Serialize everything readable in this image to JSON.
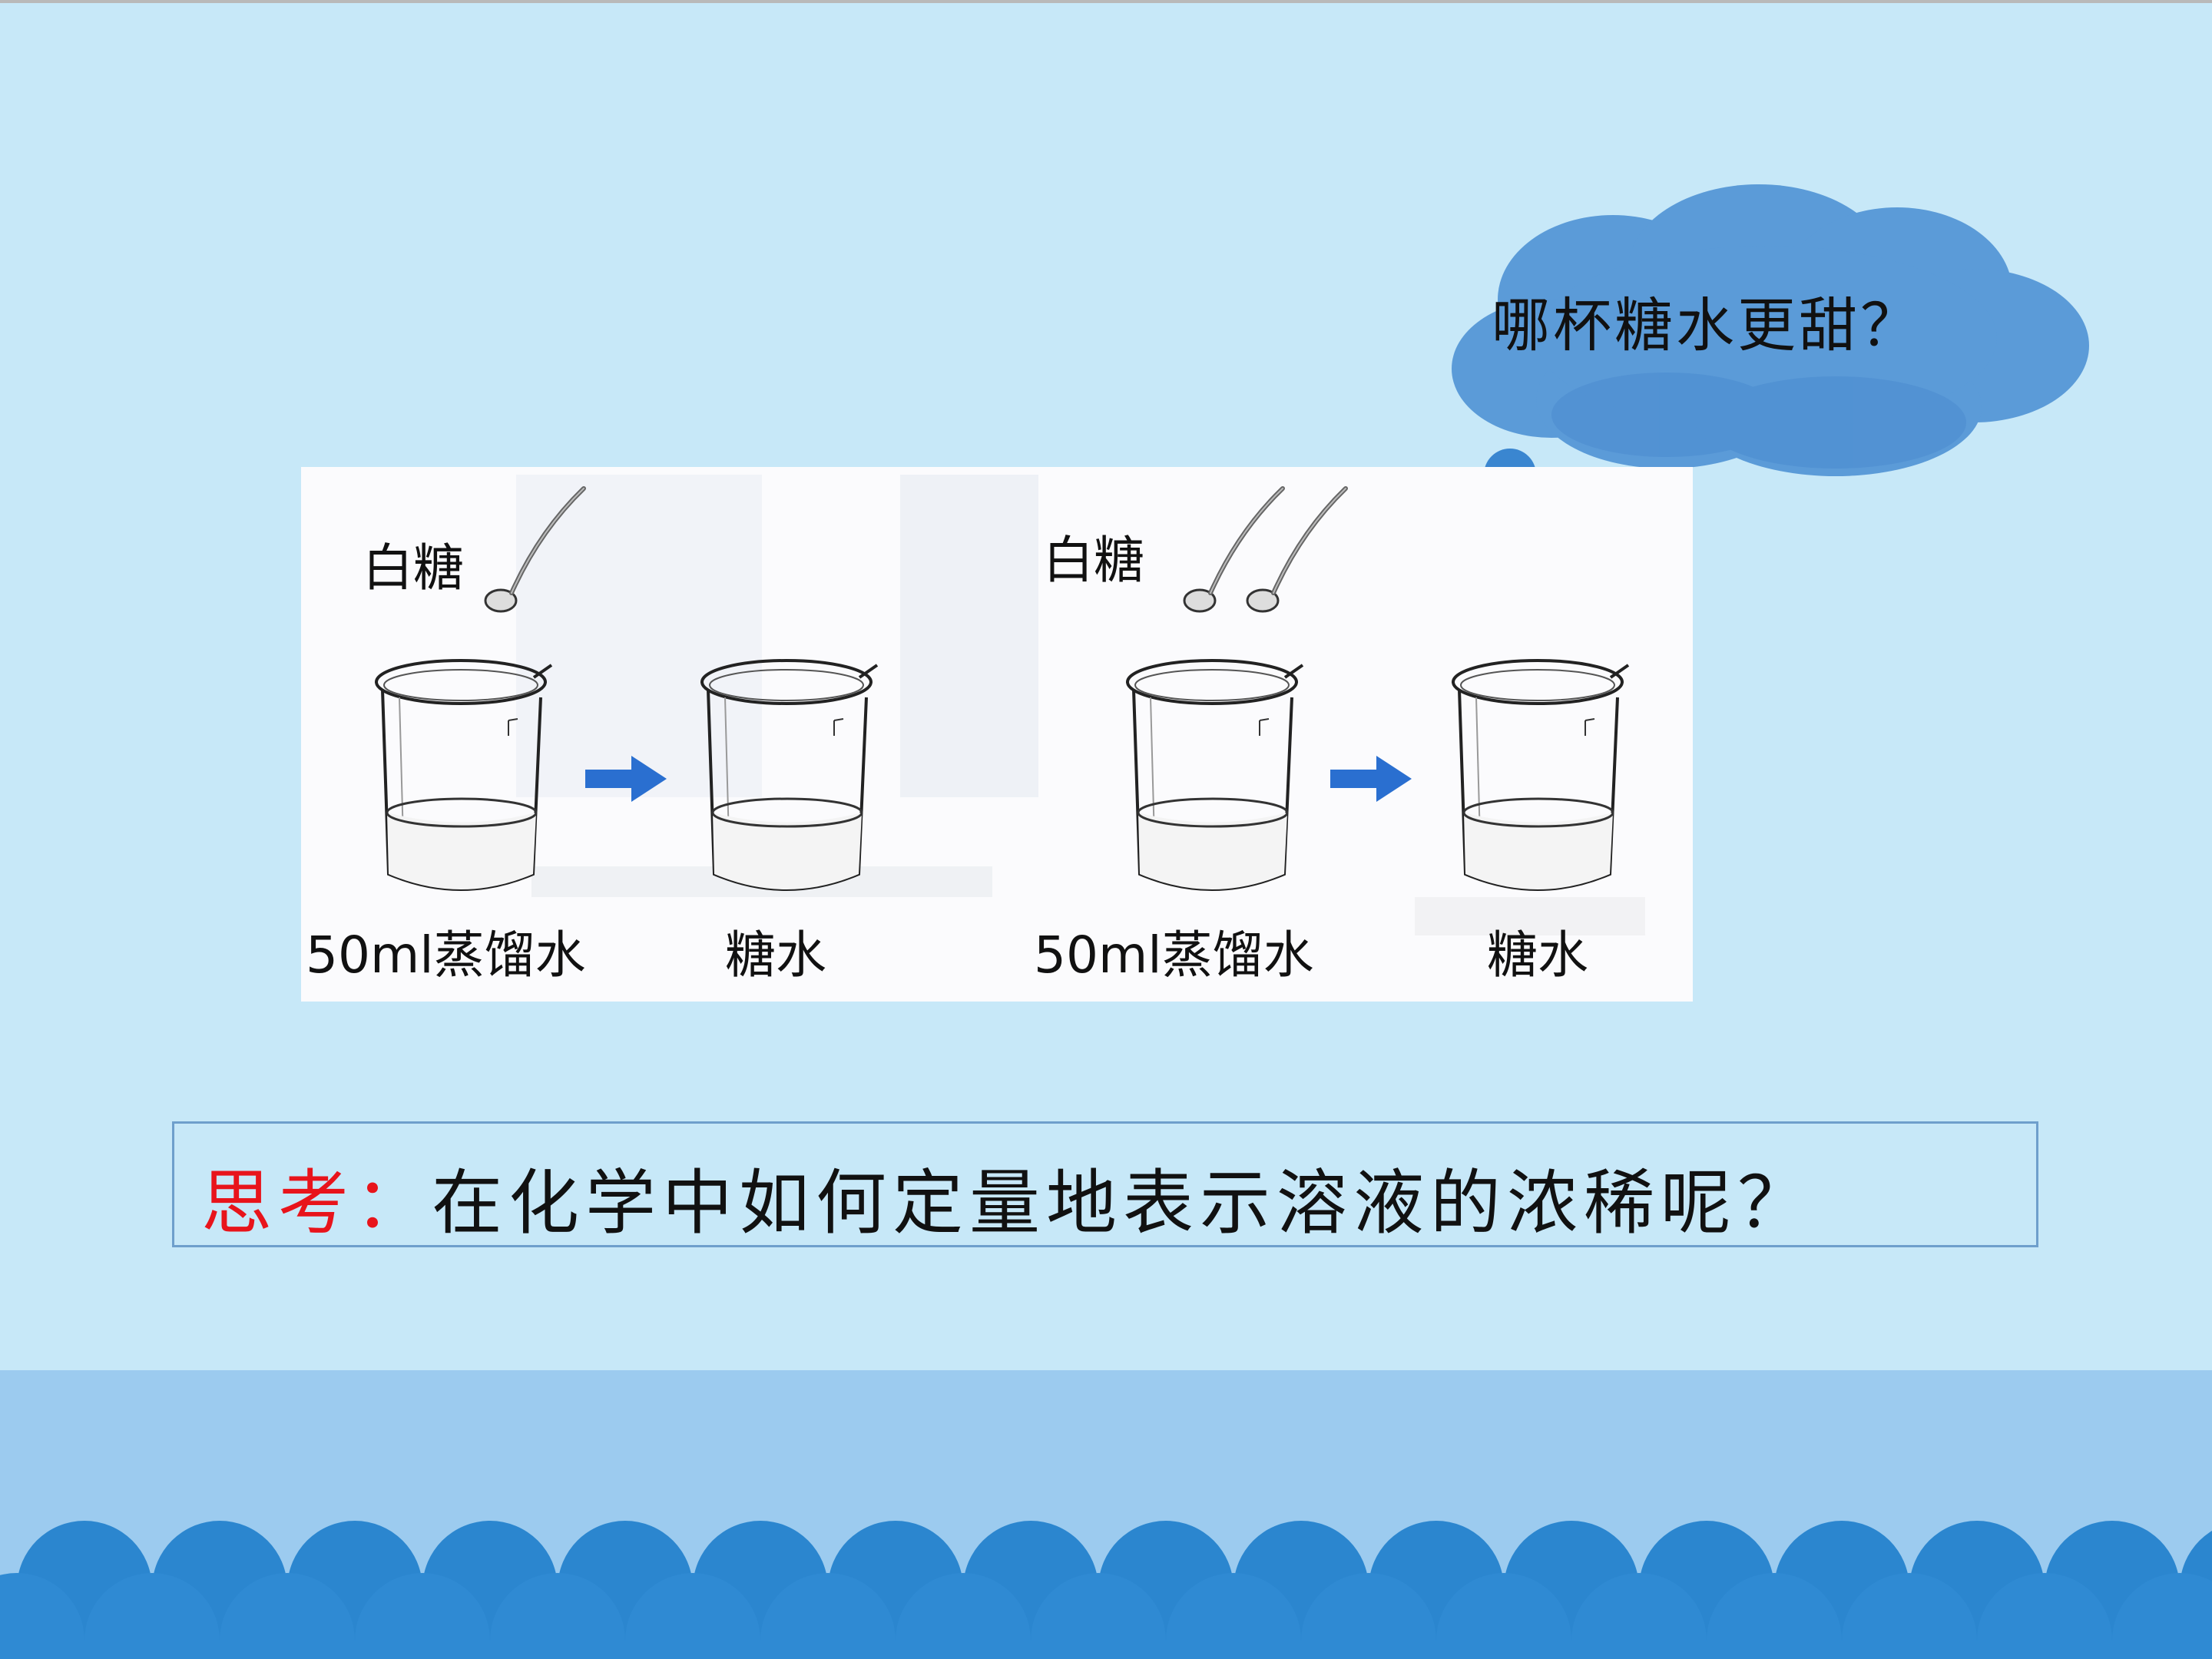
{
  "cloud": {
    "text": "哪杯糖水更甜？"
  },
  "illustration": {
    "sugar_label_1": "白糖",
    "sugar_label_2": "白糖",
    "water_label_1": "50ml蒸馏水",
    "result_label_1": "糖水",
    "water_label_2": "50ml蒸馏水",
    "result_label_2": "糖水"
  },
  "question": {
    "lead": "思考：",
    "text": "在化学中如何定量地表示溶液的浓稀呢？"
  },
  "colors": {
    "background": "#c7e8f8",
    "cloud": "#5b9bd8",
    "wave": "#2b86cf",
    "band": "#9ccbef",
    "lead_text": "#e8141b",
    "arrow": "#2a6fd0"
  }
}
